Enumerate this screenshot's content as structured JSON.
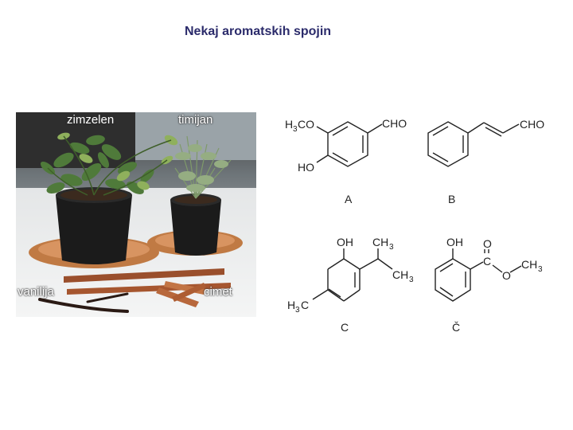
{
  "title": "Nekaj aromatskih spojin",
  "photo": {
    "labels": {
      "zimzelen": "zimzelen",
      "timijan": "timijan",
      "vanilija": "vanilija",
      "cimet": "cimet"
    }
  },
  "structures": {
    "A": {
      "label": "A",
      "groups": {
        "methoxy_h": "H",
        "methoxy_sub": "3",
        "methoxy_co": "CO",
        "aldehyde": "CHO",
        "hydroxy": "HO"
      }
    },
    "B": {
      "label": "B",
      "groups": {
        "aldehyde": "CHO"
      }
    },
    "C": {
      "label": "C",
      "groups": {
        "hydroxy": "OH",
        "ch": "CH",
        "sub3": "3",
        "ring_h": "H",
        "ring_c": "C"
      }
    },
    "Č": {
      "label": "Č",
      "groups": {
        "hydroxy": "OH",
        "o_top": "O",
        "c": "C",
        "o_ester": "O",
        "ch": "CH",
        "sub3": "3"
      }
    }
  }
}
